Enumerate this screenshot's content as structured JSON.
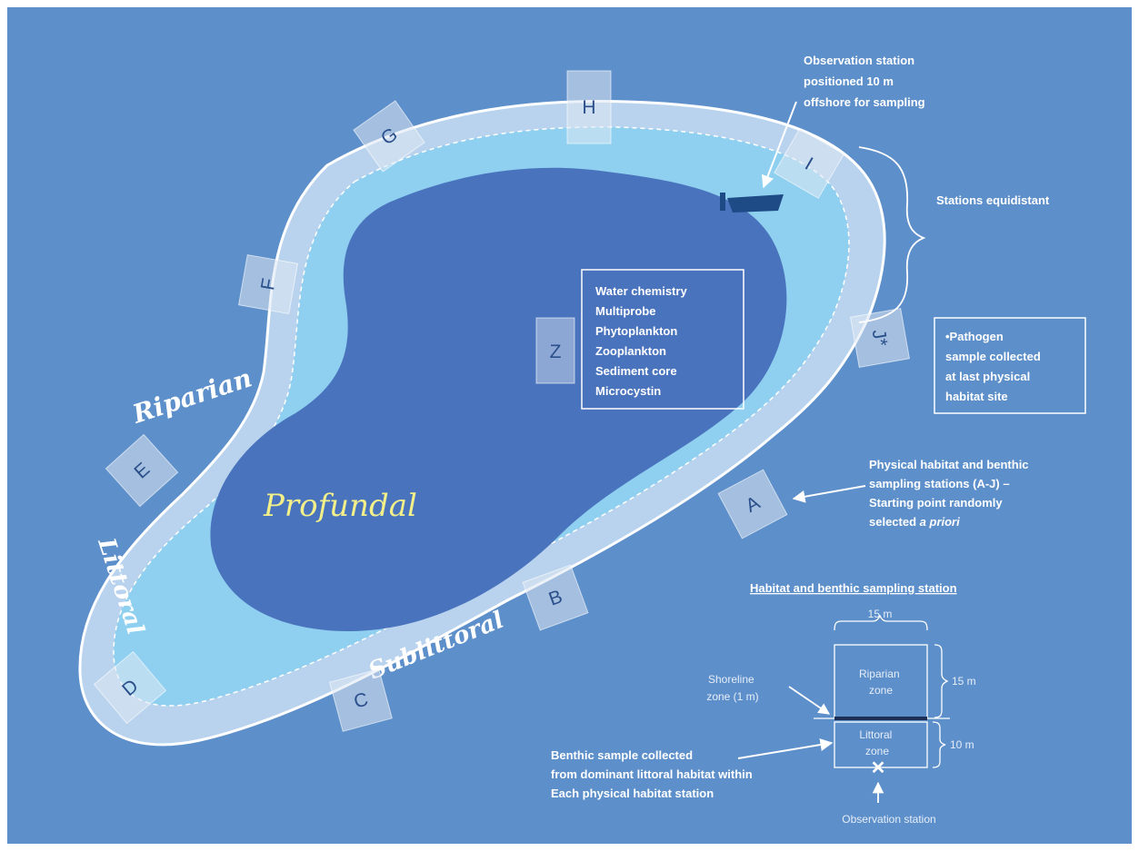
{
  "colors": {
    "background": "#5d8fca",
    "riparian_band": "#b9d3ee",
    "littoral_band": "#8fd0f0",
    "profundal": "#4a73bd",
    "profundal_label": "#f3f08a",
    "station_box": "#dfe7f2",
    "boat": "#1e4a86"
  },
  "zones": {
    "riparian": "Riparian",
    "littoral": "Littoral",
    "sublittoral": "Sublittoral",
    "profundal": "Profundal"
  },
  "stations": [
    {
      "id": "A",
      "label": "A"
    },
    {
      "id": "B",
      "label": "B"
    },
    {
      "id": "C",
      "label": "C"
    },
    {
      "id": "D",
      "label": "D"
    },
    {
      "id": "E",
      "label": "E"
    },
    {
      "id": "F",
      "label": "F"
    },
    {
      "id": "G",
      "label": "G"
    },
    {
      "id": "H",
      "label": "H"
    },
    {
      "id": "I",
      "label": "I"
    },
    {
      "id": "J",
      "label": "J*"
    },
    {
      "id": "Z",
      "label": "Z"
    }
  ],
  "callouts": {
    "observation": [
      "Observation station",
      "positioned 10 m",
      "offshore for sampling"
    ],
    "equidistant": "Stations equidistant",
    "center_list": [
      "Water chemistry",
      "Multiprobe",
      "Phytoplankton",
      "Zooplankton",
      "Sediment core",
      "Microcystin"
    ],
    "pathogen": [
      "•Pathogen",
      "sample collected",
      "at last physical",
      "habitat site"
    ],
    "physical_line1": "Physical habitat and benthic",
    "physical_line2": "sampling stations (A-J) –",
    "physical_line3": "Starting point randomly",
    "physical_line4_normal": "selected ",
    "physical_line4_italic": "a priori",
    "benthic": [
      "Benthic sample collected",
      "from dominant littoral habitat within",
      "Each physical habitat station"
    ]
  },
  "station_diagram": {
    "title": "Habitat and benthic sampling station",
    "width_label": "15 m",
    "riparian_height_label": "15 m",
    "littoral_height_label": "10 m",
    "riparian_zone": [
      "Riparian",
      "zone"
    ],
    "littoral_zone": [
      "Littoral",
      "zone"
    ],
    "shoreline": [
      "Shoreline",
      "zone (1 m)"
    ],
    "observation": "Observation station",
    "marker": "✕"
  }
}
